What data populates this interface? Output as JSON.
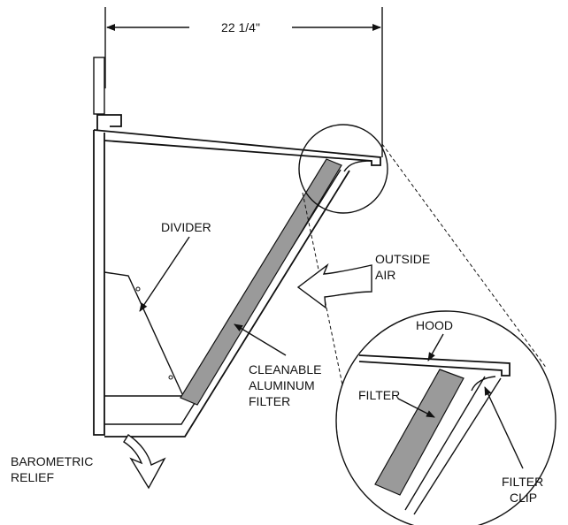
{
  "dimension": {
    "text": "22 1/4\""
  },
  "labels": {
    "divider": "DIVIDER",
    "outside_air": [
      "OUTSIDE",
      "AIR"
    ],
    "cleanable_filter": [
      "CLEANABLE",
      "ALUMINUM",
      "FILTER"
    ],
    "barometric_relief": [
      "BAROMETRIC",
      "RELIEF"
    ],
    "hood": "HOOD",
    "filter": "FILTER",
    "filter_clip": [
      "FILTER",
      "CLIP"
    ]
  },
  "colors": {
    "line": "#111111",
    "filter_fill": "#9a9a9a",
    "background": "#ffffff"
  }
}
